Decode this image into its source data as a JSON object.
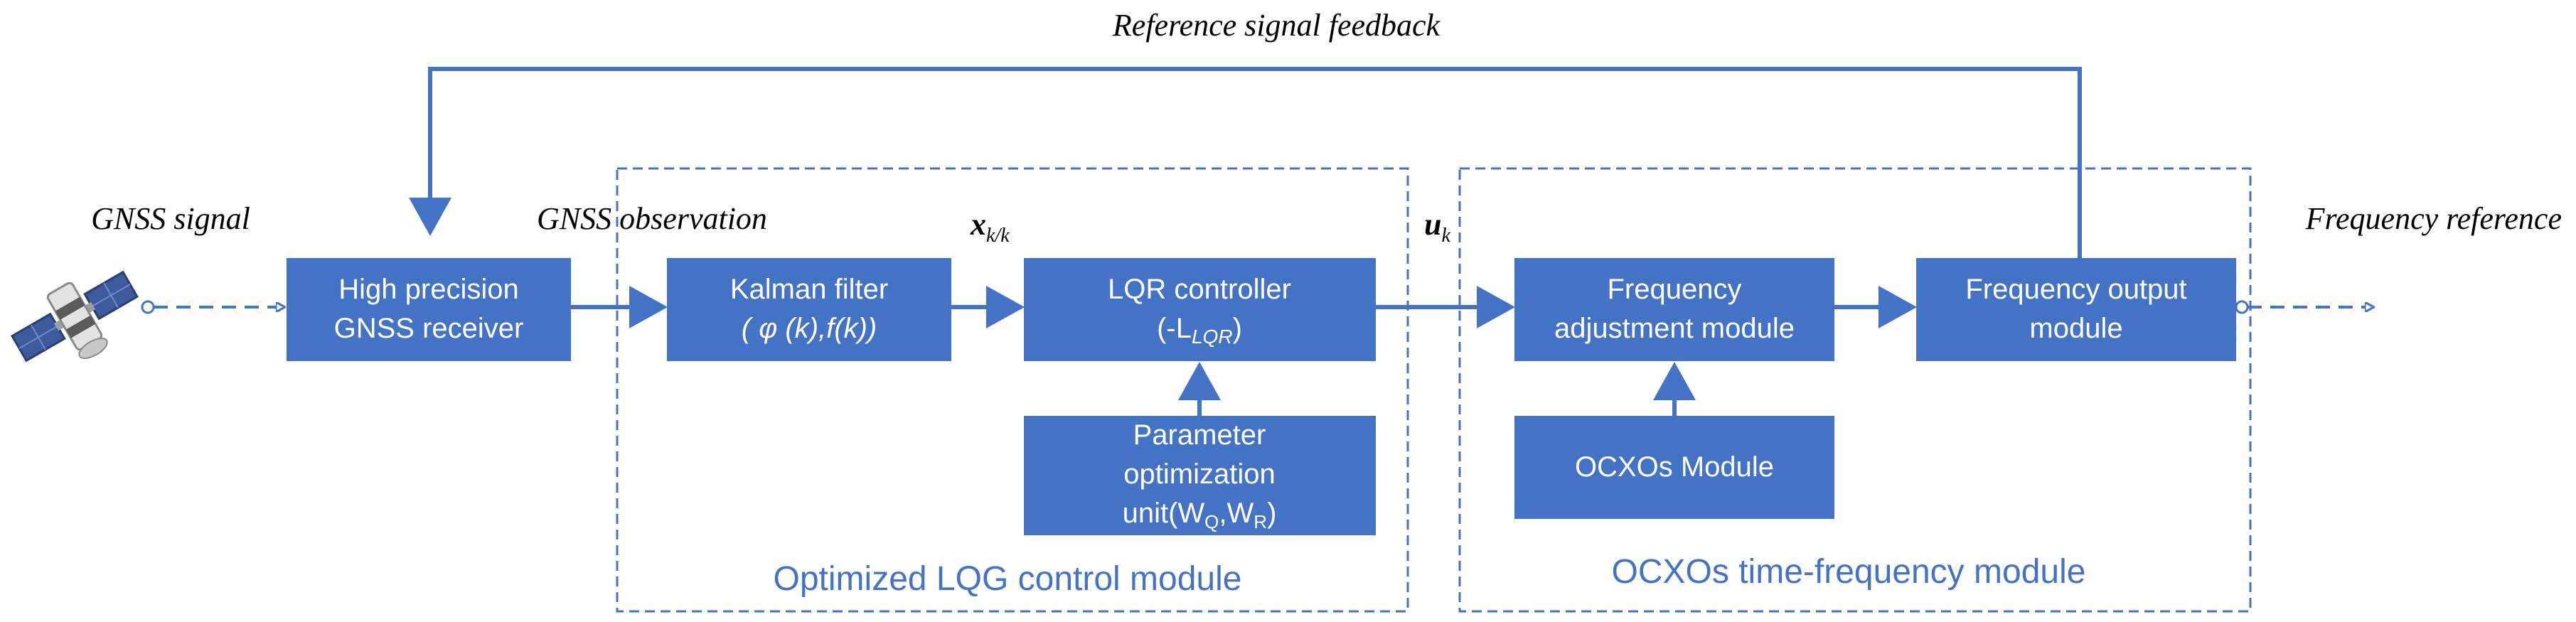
{
  "labels": {
    "feedback": "Reference signal feedback",
    "gnss_signal": "GNSS signal",
    "gnss_observation": "GNSS observation",
    "x_main": "x",
    "x_sub": "k/k",
    "u_main": "u",
    "u_sub": "k",
    "frequency_reference": "Frequency reference"
  },
  "boxes": {
    "receiver": {
      "line1": "High precision",
      "line2": "GNSS receiver"
    },
    "kalman": {
      "line1": "Kalman filter",
      "line2": "( φ (k),f(k))"
    },
    "lqr": {
      "line1": "LQR  controller",
      "line2_pre": "(-L",
      "line2_sub": "LQR",
      "line2_post": ")"
    },
    "param": {
      "line1": "Parameter",
      "line2": "optimization",
      "line3_pre": "unit(W",
      "line3_sub1": "Q",
      "line3_mid": ",W",
      "line3_sub2": "R",
      "line3_post": ")"
    },
    "freq_adj": {
      "line1": "Frequency",
      "line2": "adjustment module"
    },
    "freq_out": {
      "line1": "Frequency output",
      "line2": "module"
    },
    "ocxo": {
      "line1": "OCXOs Module"
    }
  },
  "modules": {
    "lqg": "Optimized LQG control module",
    "ocxo_tf": "OCXOs time-frequency module"
  },
  "colors": {
    "box_fill": "#4472C4",
    "wire": "#4472C4",
    "box_text": "#ffffff"
  },
  "icons": {
    "satellite": "satellite-icon"
  }
}
